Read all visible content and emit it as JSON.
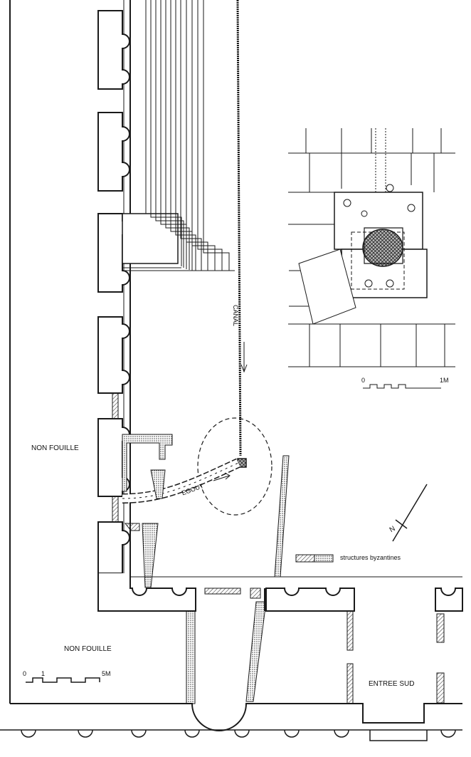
{
  "labels": {
    "non_fouille_top": "NON FOUILLE",
    "non_fouille_bottom": "NON   FOUILLE",
    "canal": "CANAL",
    "egout": "EGOUT",
    "legend_text": "structures byzantines",
    "entree_sud": "ENTREE SUD",
    "north": "N"
  },
  "main_scale": {
    "zero": "0",
    "one": "1",
    "end": "5M"
  },
  "detail_scale": {
    "zero": "0",
    "end": "1M"
  },
  "colors": {
    "ink": "#1a1a1a",
    "hatch": "#555555",
    "byzantine_fill": "#bdbdbd"
  }
}
